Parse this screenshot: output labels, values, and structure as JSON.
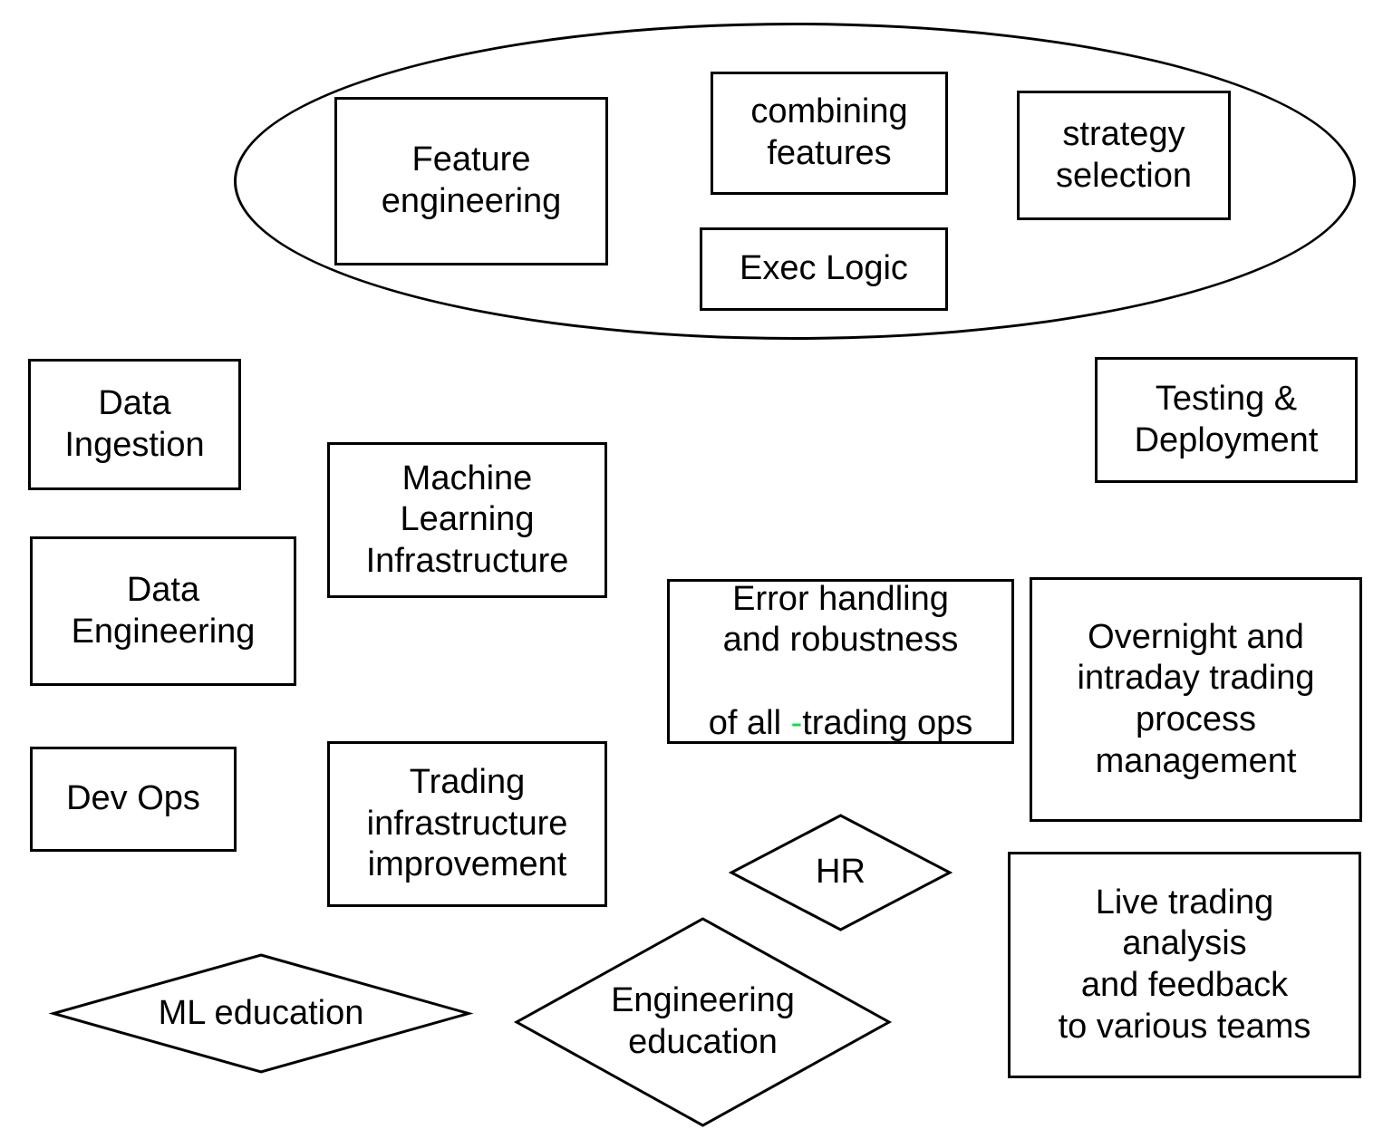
{
  "diagram": {
    "title": "Quant trading team responsibilities diagram",
    "background": "#ffffff",
    "stroke_color": "#000000",
    "accent_color": "#0ae24e",
    "grouping_shape": "ellipse",
    "nodes": {
      "feature_engineering": "Feature\nengineering",
      "combining_features": "combining\nfeatures",
      "exec_logic": "Exec Logic",
      "strategy_selection": "strategy\nselection",
      "data_ingestion": "Data\nIngestion",
      "data_engineering": "Data\nEngineering",
      "dev_ops": "Dev Ops",
      "ml_infrastructure": "Machine\nLearning\nInfrastructure",
      "trading_infrastructure": "Trading\ninfrastructure\nimprovement",
      "testing_deployment": "Testing  &\nDeployment",
      "error_handling_line1": "Error handling",
      "error_handling_line2": "and robustness",
      "error_handling_line3_pre": "of all ",
      "error_handling_dash": "-",
      "error_handling_line3_post": "trading ops",
      "overnight_process": "Overnight and\nintraday trading\nprocess\nmanagement",
      "live_trading": "Live trading\nanalysis\nand feedback\nto various teams",
      "hr": "HR",
      "ml_education": "ML education",
      "engineering_education": "Engineering\neducation"
    }
  }
}
